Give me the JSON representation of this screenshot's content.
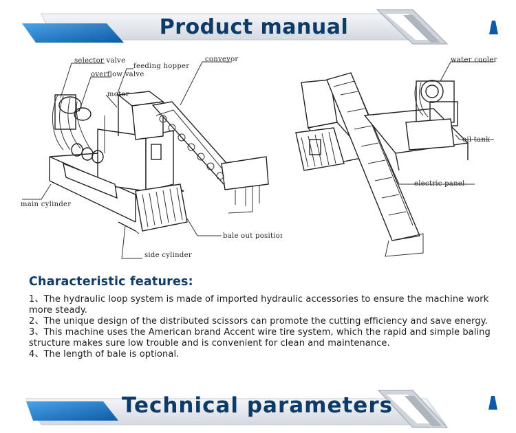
{
  "banners": {
    "top": {
      "title": "Product manual"
    },
    "bottom": {
      "title": "Technical parameters"
    }
  },
  "diagram_left": {
    "labels": {
      "selector_valve": "selector valve",
      "overflow_valve": "overflow valve",
      "feeding_hopper": "feeding hopper",
      "conveyor": "conveyor",
      "motor": "motor",
      "main_cylinder": "main cylinder",
      "bale_out_position": "bale out position",
      "side_cylinder": "side cylinder"
    }
  },
  "diagram_right": {
    "labels": {
      "water_cooler": "water cooler",
      "oil_tank": "oil tank",
      "electric_panel": "electric panel"
    }
  },
  "features": {
    "heading": "Characteristic features:",
    "items": [
      "1、The hydraulic loop system is made of imported hydraulic accessories to ensure the machine work more steady.",
      "2、The unique design of the distributed scissors can promote the cutting efficiency and save energy.",
      "3、This machine uses the American brand Accent wire tire system, which the rapid and simple baling structure makes sure low trouble and is convenient for clean and maintenance.",
      "4、The length of bale is optional."
    ]
  },
  "colors": {
    "title_blue": "#0d3a67",
    "accent_blue": "#1c6fb8",
    "banner_gray": "#e6e9ee"
  }
}
